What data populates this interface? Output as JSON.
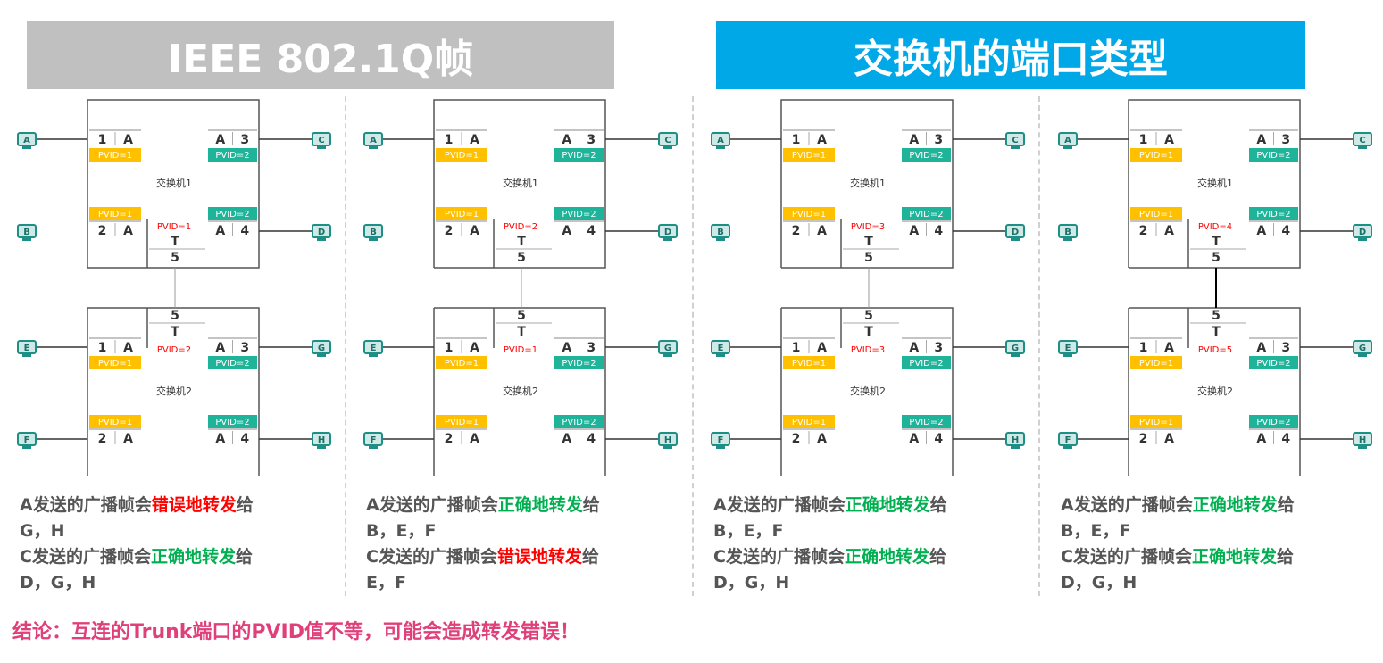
{
  "banners": {
    "left": "IEEE 802.1Q帧",
    "right": "交换机的端口类型"
  },
  "colors": {
    "pvid1": "#ffc000",
    "pvid2": "#1fb399",
    "red": "#ff0000",
    "green": "#00b050",
    "banner_left": "#c0c0c0",
    "banner_right": "#00a8e8",
    "conclusion": "#e0407a"
  },
  "labels": {
    "switch1": "交换机1",
    "switch2": "交换机2",
    "port1": "1",
    "port2": "2",
    "port3": "3",
    "port4": "4",
    "port5": "5",
    "access": "A",
    "trunk": "T",
    "pvid1": "PVID=1",
    "pvid2": "PVID=2",
    "hosts": {
      "a": "A",
      "b": "B",
      "c": "C",
      "d": "D",
      "e": "E",
      "f": "F",
      "g": "G",
      "h": "H"
    }
  },
  "panels": [
    {
      "trunk_pvid_sw1": "PVID=1",
      "trunk_pvid_sw2": "PVID=2",
      "caption": {
        "l1_pre": "A发送的广播帧会",
        "l1_hl": "错误地转发",
        "l1_hl_color": "red",
        "l1_post": "给",
        "l2": "G，H",
        "l3_pre": "C发送的广播帧会",
        "l3_hl": "正确地转发",
        "l3_hl_color": "green",
        "l3_post": "给",
        "l4": "D，G，H"
      }
    },
    {
      "trunk_pvid_sw1": "PVID=2",
      "trunk_pvid_sw2": "PVID=1",
      "caption": {
        "l1_pre": "A发送的广播帧会",
        "l1_hl": "正确地转发",
        "l1_hl_color": "green",
        "l1_post": "给",
        "l2": "B，E，F",
        "l3_pre": "C发送的广播帧会",
        "l3_hl": "错误地转发",
        "l3_hl_color": "red",
        "l3_post": "给",
        "l4": "E，F"
      }
    },
    {
      "trunk_pvid_sw1": "PVID=3",
      "trunk_pvid_sw2": "PVID=3",
      "caption": {
        "l1_pre": "A发送的广播帧会",
        "l1_hl": "正确地转发",
        "l1_hl_color": "green",
        "l1_post": "给",
        "l2": "B，E，F",
        "l3_pre": "C发送的广播帧会",
        "l3_hl": "正确地转发",
        "l3_hl_color": "green",
        "l3_post": "给",
        "l4": "D，G，H"
      }
    },
    {
      "trunk_pvid_sw1": "PVID=4",
      "trunk_pvid_sw2": "PVID=5",
      "caption": {
        "l1_pre": "A发送的广播帧会",
        "l1_hl": "正确地转发",
        "l1_hl_color": "green",
        "l1_post": "给",
        "l2": "B，E，F",
        "l3_pre": "C发送的广播帧会",
        "l3_hl": "正确地转发",
        "l3_hl_color": "green",
        "l3_post": "给",
        "l4": "D，G，H"
      }
    }
  ],
  "conclusion": "结论：互连的Trunk端口的PVID值不等，可能会造成转发错误！"
}
